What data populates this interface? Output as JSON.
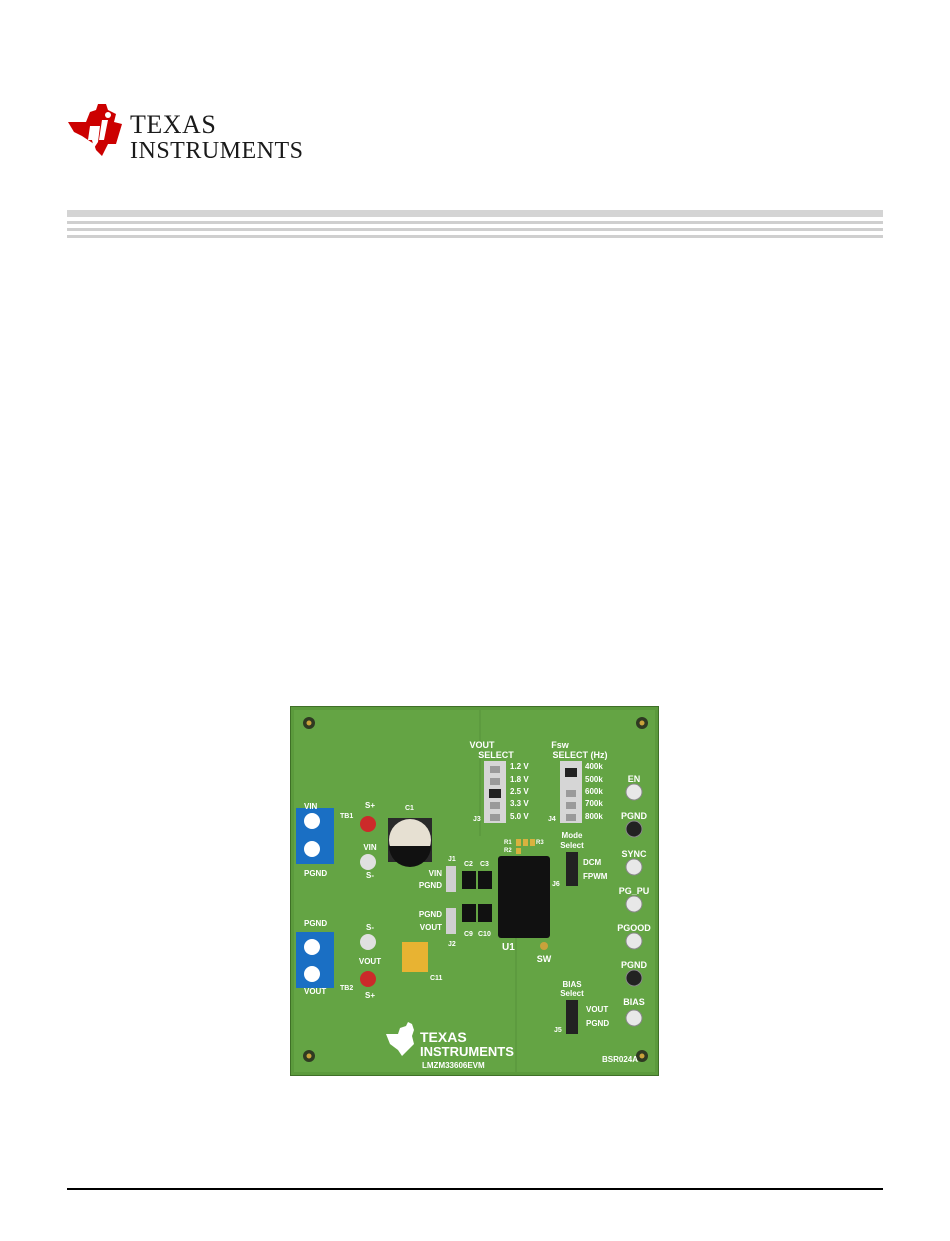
{
  "header": {
    "brand_line1": "TEXAS",
    "brand_line2": "INSTRUMENTS"
  },
  "board": {
    "labels": {
      "vout_select_1": "VOUT",
      "vout_select_2": "SELECT",
      "vout_options": [
        "1.2 V",
        "1.8 V",
        "2.5 V",
        "3.3 V",
        "5.0 V"
      ],
      "fsw_select_1": "Fsw",
      "fsw_select_2": "SELECT (Hz)",
      "fsw_options": [
        "400k",
        "500k",
        "600k",
        "700k",
        "800k"
      ],
      "mode_select_1": "Mode",
      "mode_select_2": "Select",
      "dcm": "DCM",
      "fpwm": "FPWM",
      "bias_select_1": "BIAS",
      "bias_select_2": "Select",
      "bias_vout": "VOUT",
      "bias_pgnd": "PGND",
      "right_terms": [
        "EN",
        "PGND",
        "SYNC",
        "PG_PU",
        "PGOOD",
        "PGND",
        "BIAS"
      ],
      "vin": "VIN",
      "pgnd": "PGND",
      "vout": "VOUT",
      "s_plus": "S+",
      "s_minus": "S-",
      "tb1": "TB1",
      "tb2": "TB2",
      "c1": "C1",
      "c2": "C2",
      "c3": "C3",
      "c9": "C9",
      "c10": "C10",
      "c11": "C11",
      "j1": "J1",
      "j2": "J2",
      "j3": "J3",
      "j4": "J4",
      "j5": "J5",
      "j6": "J6",
      "r1": "R1",
      "r2": "R2",
      "r3": "R3",
      "u1": "U1",
      "sw": "SW",
      "part_number": "LMZM33606EVM",
      "board_id": "BSR024A",
      "brand_line1": "TEXAS",
      "brand_line2": "INSTRUMENTS"
    }
  },
  "colors": {
    "pcb_green": "#5b9a3c",
    "ti_red": "#cc0000",
    "terminal_blue": "#1a6fc4"
  }
}
